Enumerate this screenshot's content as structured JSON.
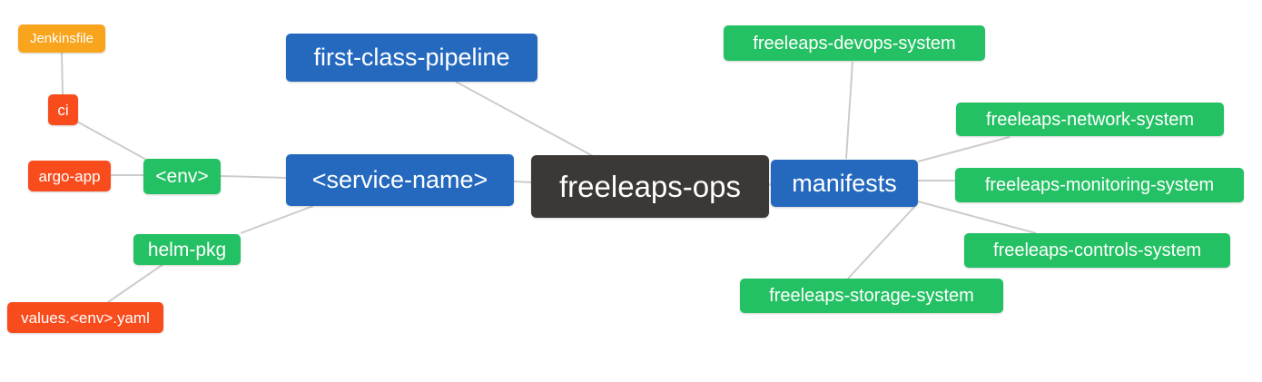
{
  "palette": {
    "blue": "#2569bf",
    "green": "#24c164",
    "red": "#f94c1d",
    "amber": "#f9a41d",
    "dark": "#3b3835",
    "edge": "#cccccc"
  },
  "nodes": {
    "jenkinsfile": {
      "label": "Jenkinsfile",
      "color": "#f9a41d"
    },
    "ci": {
      "label": "ci",
      "color": "#f94c1d"
    },
    "argo_app": {
      "label": "argo-app",
      "color": "#f94c1d"
    },
    "env": {
      "label": "<env>",
      "color": "#24c164"
    },
    "helm_pkg": {
      "label": "helm-pkg",
      "color": "#24c164"
    },
    "values_yaml": {
      "label": "values.<env>.yaml",
      "color": "#f94c1d"
    },
    "pipeline": {
      "label": "first-class-pipeline",
      "color": "#2569bf"
    },
    "service_name": {
      "label": "<service-name>",
      "color": "#2569bf"
    },
    "root": {
      "label": "freeleaps-ops",
      "color": "#3b3835"
    },
    "manifests": {
      "label": "manifests",
      "color": "#2569bf"
    },
    "devops": {
      "label": "freeleaps-devops-system",
      "color": "#24c164"
    },
    "network": {
      "label": "freeleaps-network-system",
      "color": "#24c164"
    },
    "monitoring": {
      "label": "freeleaps-monitoring-system",
      "color": "#24c164"
    },
    "controls": {
      "label": "freeleaps-controls-system",
      "color": "#24c164"
    },
    "storage": {
      "label": "freeleaps-storage-system",
      "color": "#24c164"
    }
  },
  "edges": [
    {
      "from": "jenkinsfile",
      "to": "ci"
    },
    {
      "from": "ci",
      "to": "env"
    },
    {
      "from": "argo_app",
      "to": "env"
    },
    {
      "from": "env",
      "to": "service_name"
    },
    {
      "from": "helm_pkg",
      "to": "service_name"
    },
    {
      "from": "values_yaml",
      "to": "helm_pkg"
    },
    {
      "from": "pipeline",
      "to": "root"
    },
    {
      "from": "service_name",
      "to": "root"
    },
    {
      "from": "root",
      "to": "manifests"
    },
    {
      "from": "manifests",
      "to": "devops"
    },
    {
      "from": "manifests",
      "to": "network"
    },
    {
      "from": "manifests",
      "to": "monitoring"
    },
    {
      "from": "manifests",
      "to": "controls"
    },
    {
      "from": "manifests",
      "to": "storage"
    }
  ]
}
